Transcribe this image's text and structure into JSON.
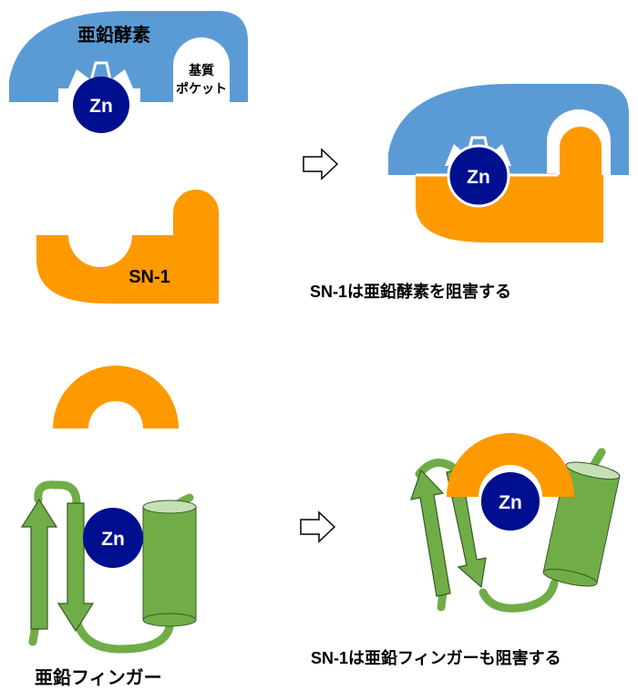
{
  "enzyme": {
    "label": "亜鉛酵素",
    "pocket_label_1": "基質",
    "pocket_label_2": "ポケット"
  },
  "zn": {
    "label": "Zn"
  },
  "sn1": {
    "label": "SN-1"
  },
  "zinc_finger": {
    "label": "亜鉛フィンガー"
  },
  "captions": {
    "enzyme_inhibition": "SN-1は亜鉛酵素を阻害する",
    "finger_inhibition": "SN-1は亜鉛フィンガーも阻害する"
  },
  "colors": {
    "enzyme_blue": "#5b9bd5",
    "sn1_orange": "#ff9900",
    "zn_navy": "#000f8f",
    "finger_green": "#70ad47",
    "finger_outline": "#375a25",
    "light_green": "#c5e0b4"
  },
  "icons": {
    "arrow": "hollow-right-arrow-icon"
  }
}
